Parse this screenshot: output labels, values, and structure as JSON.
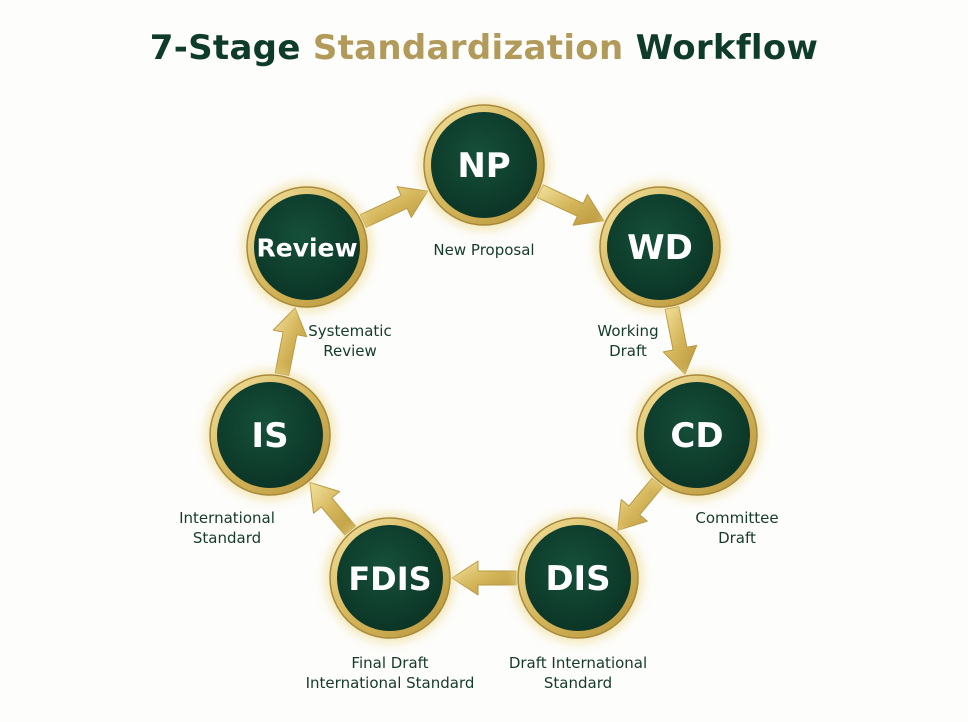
{
  "title": {
    "part1": "7-Stage",
    "part2": "Standardization",
    "part3": "Workflow"
  },
  "colors": {
    "dark_green": "#0f3b2b",
    "gold": "#c9aa4c",
    "gold_light": "#efdc93",
    "gold_accent": "#b29a5a"
  },
  "stages": [
    {
      "code": "NP",
      "caption": [
        "New Proposal"
      ]
    },
    {
      "code": "WD",
      "caption": [
        "Working",
        "Draft"
      ]
    },
    {
      "code": "CD",
      "caption": [
        "Committee",
        "Draft"
      ]
    },
    {
      "code": "DIS",
      "caption": [
        "Draft International",
        "Standard"
      ]
    },
    {
      "code": "FDIS",
      "caption": [
        "Final Draft",
        "International Standard"
      ]
    },
    {
      "code": "IS",
      "caption": [
        "International",
        "Standard"
      ]
    },
    {
      "code": "Review",
      "caption": [
        "Systematic",
        "Review"
      ]
    }
  ]
}
